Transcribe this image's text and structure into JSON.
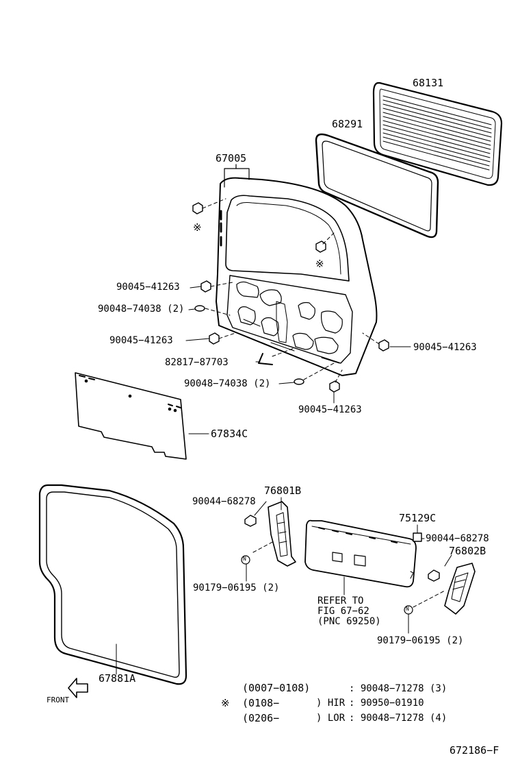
{
  "parts": {
    "p68131": "68131",
    "p68291": "68291",
    "p67005": "67005",
    "p90045_a": "90045−41263",
    "p90048_a": "90048−74038 (2)",
    "p90045_b": "90045−41263",
    "p82817": "82817−87703",
    "p90048_b": "90048−74038 (2)",
    "p90045_c": "90045−41263",
    "p90045_d": "90045−41263",
    "p67834C": "67834C",
    "p76801B": "76801B",
    "p90044_a": "90044−68278",
    "p90179_a": "90179−06195 (2)",
    "p75129C": "75129C",
    "p90044_b": "90044−68278",
    "p76802B": "76802B",
    "p90179_b": "90179−06195 (2)",
    "p67881A": "67881A"
  },
  "marks": {
    "asterisk": "※",
    "n_symbol": "N"
  },
  "refer": {
    "line1": "REFER TO",
    "line2": "FIG 67−62",
    "line3": "(PNC 69250)"
  },
  "front_label": "FRONT",
  "notes": [
    {
      "mark": "",
      "range": "(0007−0108)",
      "trim": "",
      "part": ": 90048−71278 (3)"
    },
    {
      "mark": "※",
      "range": "(0108−",
      "trim": ") HIR",
      "part": ": 90950−01910"
    },
    {
      "mark": "",
      "range": "(0206−",
      "trim": ") LOR",
      "part": ": 90048−71278 (4)"
    }
  ],
  "figure_id": "672186−F"
}
